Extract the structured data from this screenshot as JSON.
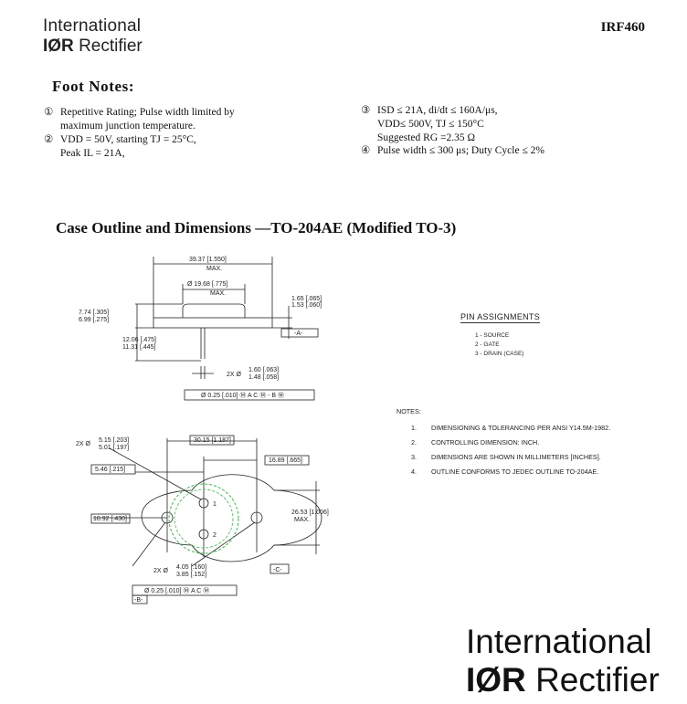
{
  "header": {
    "logo_line1": "International",
    "logo_ior": "IØR",
    "logo_line2": "Rectifier",
    "part_number": "IRF460"
  },
  "footnotes": {
    "title": "Foot Notes:",
    "items": [
      {
        "marker": "①",
        "lines": [
          "Repetitive Rating; Pulse width limited by",
          "maximum junction temperature."
        ]
      },
      {
        "marker": "②",
        "lines": [
          "VDD = 50V, starting TJ = 25°C,",
          "Peak IL = 21A,"
        ]
      },
      {
        "marker": "③",
        "lines": [
          "ISD ≤ 21A, di/dt ≤ 160A/μs,",
          "VDD≤ 500V, TJ ≤ 150°C",
          "Suggested RG =2.35 Ω"
        ]
      },
      {
        "marker": "④",
        "lines": [
          "Pulse width ≤ 300 μs; Duty Cycle ≤ 2%"
        ]
      }
    ]
  },
  "case_outline": {
    "title": "Case Outline and Dimensions —TO-204AE (Modified TO-3)",
    "dims": {
      "d1": "39.37 [1.550]",
      "d1b": "MAX.",
      "d2": "Ø 19.68 [.775]",
      "d2b": "MAX.",
      "d3a": "7.74 [.305]",
      "d3b": "6.99 [.275]",
      "d4a": "1.65 [.065]",
      "d4b": "1.53 [.060]",
      "d5a": "12.06 [.475]",
      "d5b": "11.31 [.445]",
      "d6": "2X Ø",
      "d6a": "1.60 [.063]",
      "d6b": "1.48 [.058]",
      "datum_a": "-A-",
      "fcf1": "Ø 0.25 [.010] Ⓜ A C Ⓜ - B Ⓜ",
      "d7": "2X Ø",
      "d7a": "5.15 [.203]",
      "d7b": "5.01 [.197]",
      "d8": "30.15 [1.187]",
      "d9": "5.46 [.215]",
      "d10": "16.89 [.665]",
      "d11": "10.92 [.430]",
      "d12": "26.53 [1.006]",
      "d12b": "MAX.",
      "d13": "2X Ø",
      "d13a": "4.05 [.160]",
      "d13b": "3.85 [.152]",
      "datum_c": "-C-",
      "fcf2": "Ø 0.25 [.010] Ⓜ A C Ⓜ",
      "datum_b": "-B-",
      "pin1": "1",
      "pin2": "2"
    }
  },
  "pin_assignments": {
    "title": "PIN  ASSIGNMENTS",
    "items": [
      "1 - SOURCE",
      "2 - GATE",
      "3 - DRAIN (CASE)"
    ]
  },
  "notes": {
    "title": "NOTES:",
    "items": [
      {
        "num": "1.",
        "text": "DIMENSIONING & TOLERANCING PER ANSI Y14.5M-1982."
      },
      {
        "num": "2.",
        "text": "CONTROLLING DIMENSION: INCH."
      },
      {
        "num": "3.",
        "text": "DIMENSIONS ARE SHOWN IN MILLIMETERS [INCHES]."
      },
      {
        "num": "4.",
        "text": "OUTLINE CONFORMS TO JEDEC OUTLINE TO-204AE."
      }
    ]
  },
  "footer_logo": {
    "line1": "International",
    "ior": "IØR",
    "line2": "Rectifier"
  }
}
